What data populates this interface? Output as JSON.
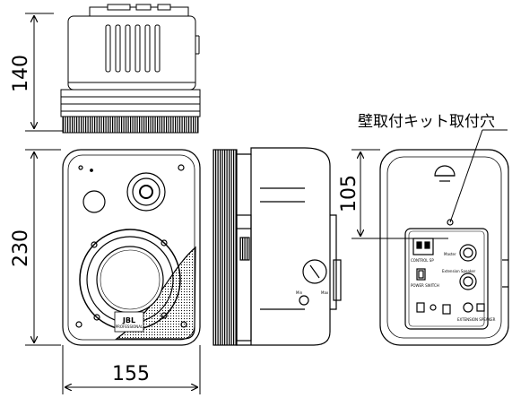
{
  "dimensions": {
    "top_depth": "140",
    "front_height": "230",
    "front_width": "155",
    "mount_hole_offset": "105"
  },
  "callout": {
    "wall_mount_hole": "壁取付キット取付穴"
  },
  "front_panel": {
    "badge_line1": "JBL",
    "badge_line2": "PROFESSIONAL"
  },
  "back_panel": {
    "control_label": "CONTROL SP",
    "power_switch_label": "POWER SWITCH",
    "master_label": "Master",
    "extension_label": "Extension Speaker",
    "extension_speaker_label": "EXTENSION SPEAKER"
  },
  "colors": {
    "line": "#000000",
    "background": "#ffffff"
  }
}
